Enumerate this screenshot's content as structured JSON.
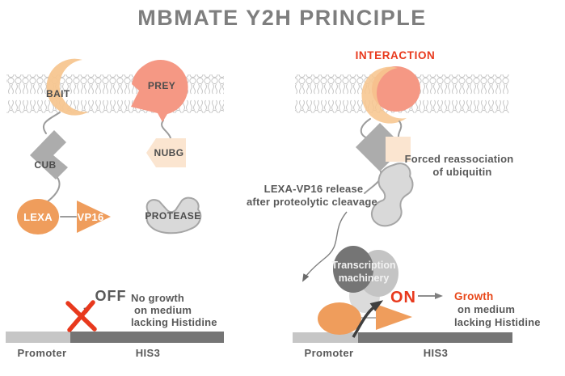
{
  "title": "MBMATE Y2H PRINCIPLE",
  "colors": {
    "title": "#7E7E7E",
    "red": "#E8391D",
    "growth_red": "#E8481A",
    "orange": "#EF9D5C",
    "bait": "#F7C690",
    "prey": "#F59884",
    "nubg": "#FBE5D0",
    "cub": "#ACACAC",
    "protease_fill": "#D9D9D9",
    "promoter_bar": "#C6C6C6",
    "his3_bar": "#757575",
    "machinery_dark": "#757575",
    "machinery_mid": "#C4C4C4",
    "machinery_light": "#DBDBDB"
  },
  "left": {
    "bait": "BAIT",
    "prey": "PREY",
    "cub": "CUB",
    "nubg": "NUBG",
    "lexa": "LEXA",
    "vp16": "VP16",
    "protease": "PROTEASE",
    "state": "OFF",
    "outcome_line1": "No growth",
    "outcome_line2": "on medium",
    "outcome_line3": "lacking Histidine",
    "promoter": "Promoter",
    "gene": "HIS3"
  },
  "right": {
    "interaction": "INTERACTION",
    "forced_line1": "Forced reassociation",
    "forced_line2": "of ubiquitin",
    "release_line1": "LEXA-VP16 release",
    "release_line2": "after proteolytic cleavage",
    "machinery_line1": "Transcription",
    "machinery_line2": "machinery",
    "state": "ON",
    "outcome_line1": "Growth",
    "outcome_line2": "on medium",
    "outcome_line3": "lacking Histidine",
    "promoter": "Promoter",
    "gene": "HIS3"
  }
}
